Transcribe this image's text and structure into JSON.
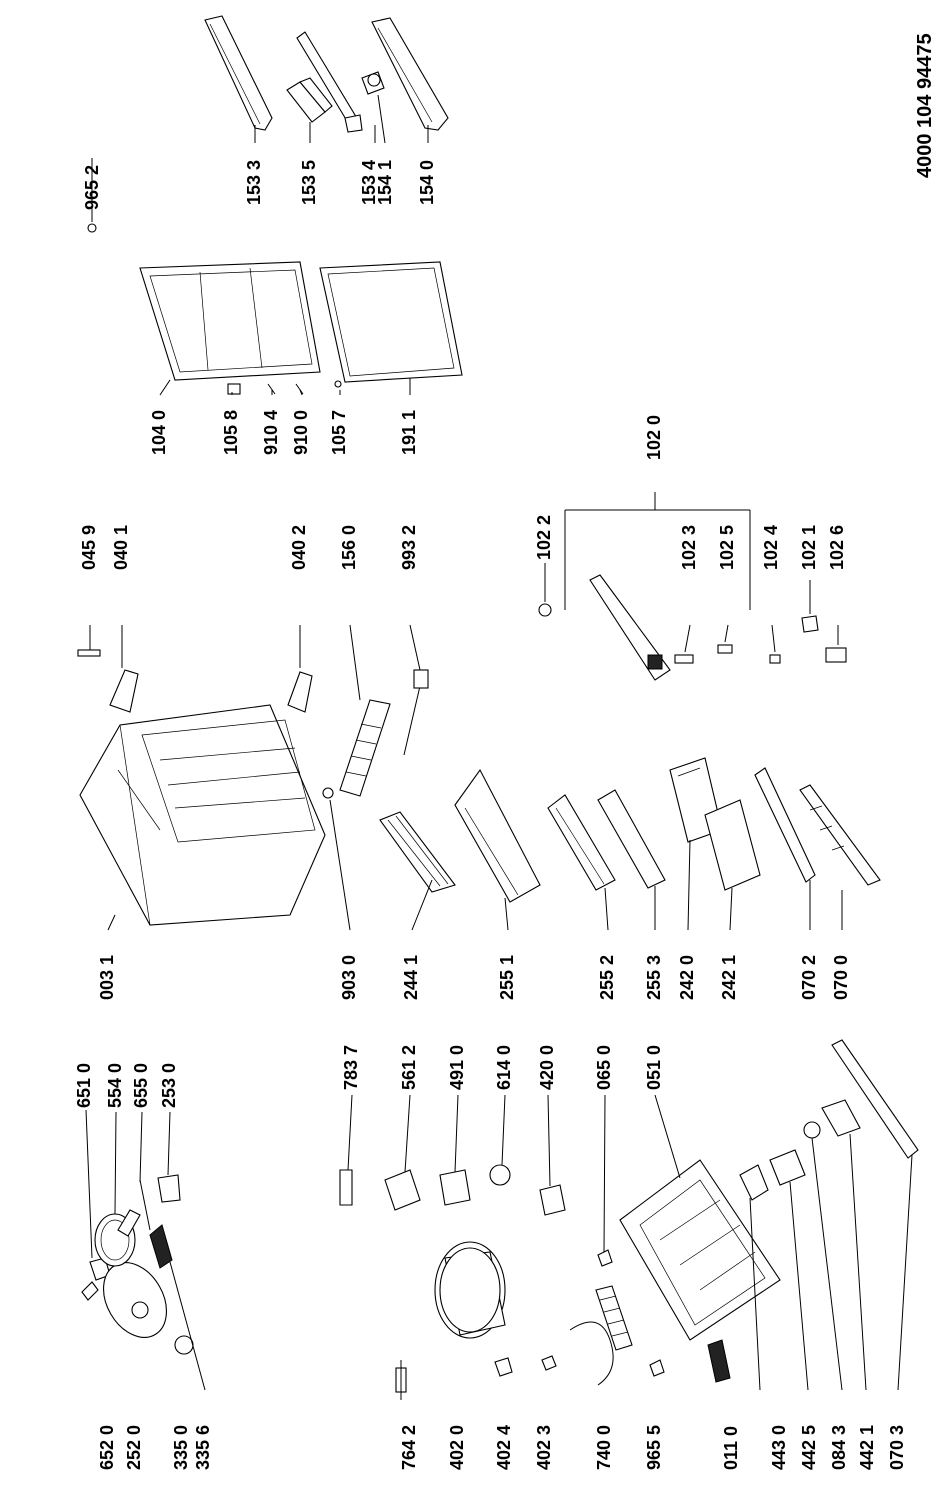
{
  "document_number": "4000 104 94475",
  "part_labels": [
    "652 0",
    "252 0",
    "335 0",
    "335 6",
    "651 0",
    "554 0",
    "655 0",
    "253 0",
    "764 2",
    "402 0",
    "402 4",
    "402 3",
    "740 0",
    "965 5",
    "011 0",
    "443 0",
    "442 5",
    "084 3",
    "442 1",
    "070 3",
    "783 7",
    "561 2",
    "491 0",
    "614 0",
    "420 0",
    "065 0",
    "051 0",
    "003 1",
    "903 0",
    "244 1",
    "255 1",
    "255 2",
    "255 3",
    "242 0",
    "242 1",
    "070 2",
    "070 0",
    "045 9",
    "040 1",
    "040 2",
    "156 0",
    "993 2",
    "102 2",
    "102 3",
    "102 5",
    "102 4",
    "102 1",
    "102 6",
    "102 0",
    "104 0",
    "105 8",
    "910 4",
    "910 0",
    "105 7",
    "191 1",
    "965 2",
    "153 3",
    "153 5",
    "153 4",
    "154 1",
    "154 0"
  ]
}
